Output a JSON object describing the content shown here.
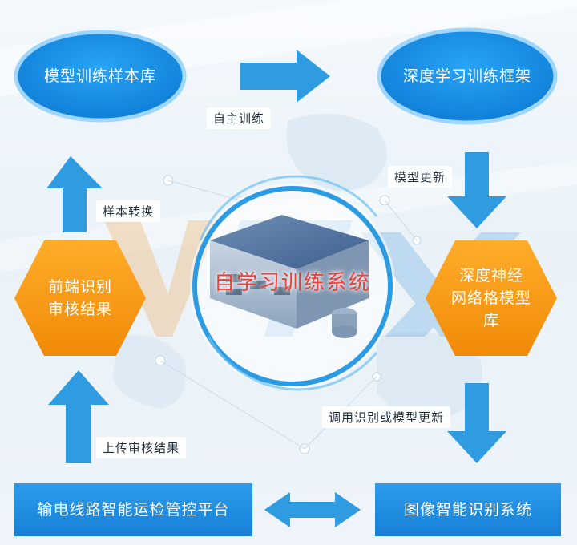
{
  "nodes": {
    "sample_library": "模型训练样本库",
    "dl_framework": "深度学习训练框架",
    "frontend_review": "前端识别\n审核结果",
    "nn_model_library": "深度神经\n网络格模型\n库",
    "transmission_platform": "输电线路智能运检管控平台",
    "image_recognition": "图像智能识别系统"
  },
  "center": {
    "title": "自学习训练系统"
  },
  "edges": {
    "self_training": "自主训练",
    "model_update": "模型更新",
    "sample_conversion": "样本转换",
    "call_or_update": "调用识别或模型更新",
    "upload_review": "上传审核结果"
  },
  "colors": {
    "ellipse_fill": "#1a8ee6",
    "ellipse_border": "#8fd0ff",
    "hexagon_fill": "#f59a12",
    "box_fill": "#1e8fe4",
    "arrow_fill": "#2f9be0",
    "center_text": "#e8423a"
  }
}
